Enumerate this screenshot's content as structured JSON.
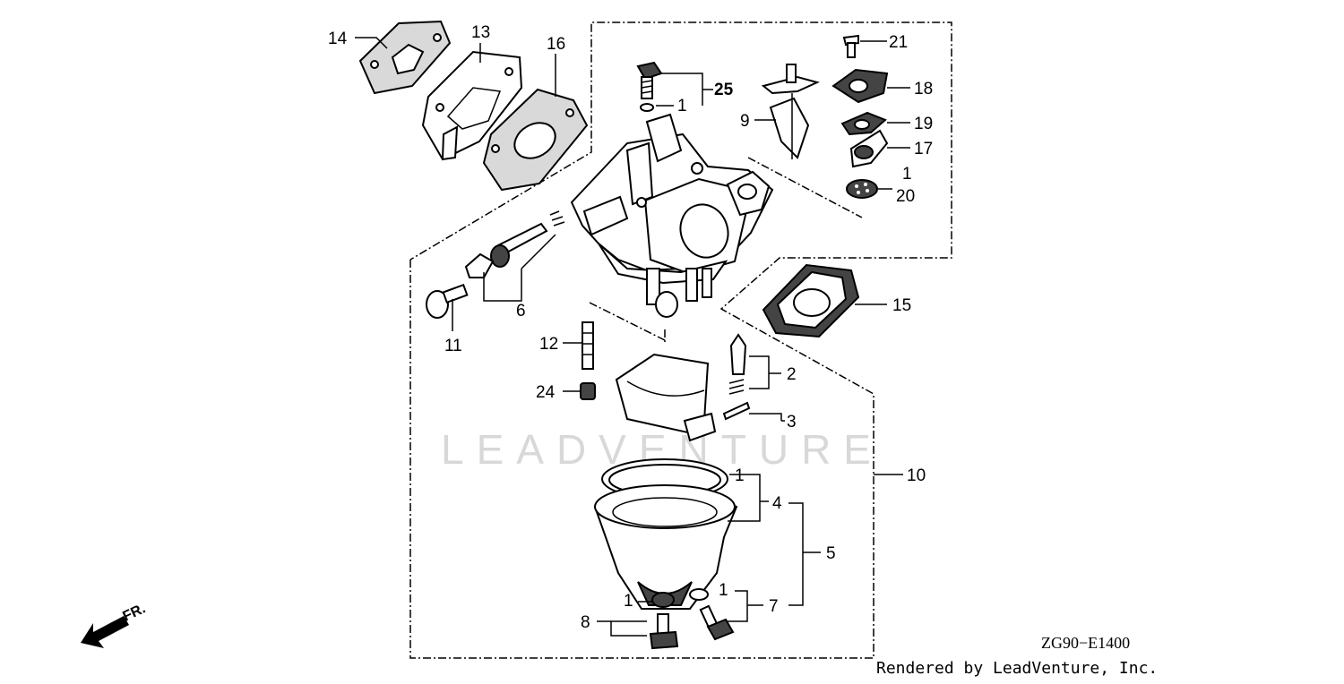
{
  "diagram": {
    "callouts": [
      "14",
      "13",
      "16",
      "25",
      "1",
      "9",
      "21",
      "18",
      "19",
      "17",
      "1",
      "20",
      "6",
      "11",
      "15",
      "12",
      "2",
      "24",
      "3",
      "10",
      "1",
      "4",
      "5",
      "1",
      "7",
      "1",
      "8"
    ],
    "watermark": "LEADVENTURE",
    "diagram_code": "ZG90−E1400",
    "credit": "Rendered by LeadVenture, Inc.",
    "direction_label": "FR."
  }
}
